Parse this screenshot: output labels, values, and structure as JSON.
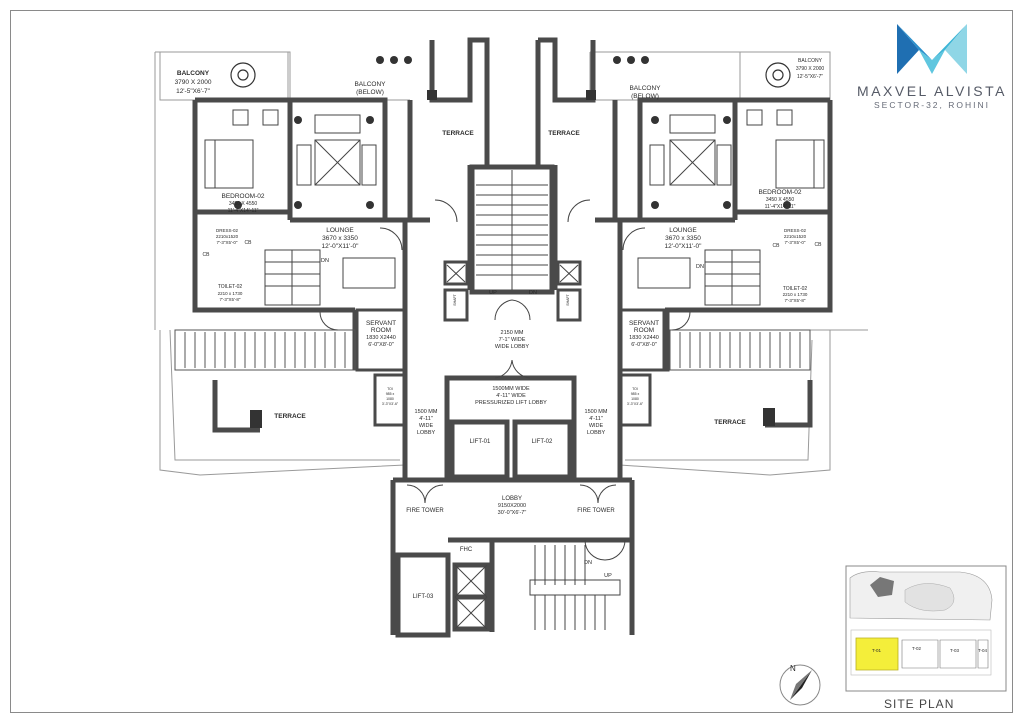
{
  "brand": {
    "name": "MAXVEL ALVISTA",
    "address": "SECTOR-32, ROHINI",
    "colors": [
      "#1f6fb2",
      "#3cb5d6",
      "#8fd6e6"
    ]
  },
  "rooms": {
    "balcony_left": [
      "BALCONY",
      "3790 X 2000",
      "12'-5\"X6'-7\""
    ],
    "balcony_right": [
      "BALCONY",
      "3790 X 2000",
      "12'-5\"X6'-7\""
    ],
    "balcony_below_left": [
      "BALCONY",
      "(BELOW)"
    ],
    "balcony_below_right": [
      "BALCONY",
      "(BELOW)"
    ],
    "terrace_upper": "TERRACE",
    "terrace_lower": "TERRACE",
    "bedroom": [
      "BEDROOM-02",
      "3450 X 4550",
      "11'-4\"X14'-11\""
    ],
    "lounge": [
      "LOUNGE",
      "3670 x 3350",
      "12'-0\"X11'-0\""
    ],
    "dress": [
      "DRESS-02",
      "2210x1520",
      "7'-3\"X5'-0\""
    ],
    "toilet": [
      "TOILET-02",
      "2210 x 1730",
      "7'-3\"X5'-8\""
    ],
    "servant": [
      "SERVANT",
      "ROOM",
      "1830 X2440",
      "6'-0\"X8'-0\""
    ],
    "tiny_toilet": [
      "TOI",
      "985 x",
      "1080",
      "3'-3\"X3'-6\""
    ],
    "cb": "CB",
    "dn": "DN",
    "up": "UP",
    "lobby_2150": [
      "2150 MM",
      "7'-1\" WIDE",
      "WIDE LOBBY"
    ],
    "pressurized": [
      "1500MM WIDE",
      "4'-11\" WIDE",
      "PRESSURIZED LIFT LOBBY"
    ],
    "side_lobby": [
      "1500 MM",
      "4'-11\"",
      "WIDE",
      "LOBBY"
    ],
    "lift1": "LIFT-01",
    "lift2": "LIFT-02",
    "lift3": "LIFT-03",
    "lobby_main": [
      "LOBBY",
      "9150X2000",
      "30'-0\"X6'-7\""
    ],
    "fire_tower": "FIRE TOWER",
    "fhc": "FHC",
    "shaft": "SHAFT",
    "north": "N"
  },
  "site_plan": {
    "label": "SITE PLAN",
    "towers": [
      "T-01",
      "T-02",
      "T-03",
      "T-04"
    ],
    "highlight_color": "#f4ee3a"
  }
}
